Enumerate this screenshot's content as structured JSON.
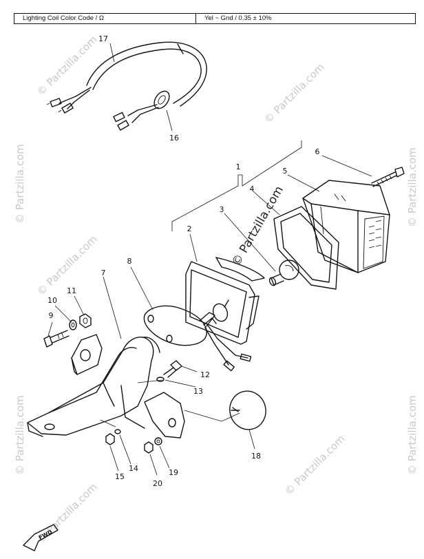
{
  "spec_bar": {
    "label": "Lighting Coil Color Code / Ω",
    "value": "Yel ~ Gnd / 0.35 ± 10%"
  },
  "watermark": {
    "text": "© Partzilla.com"
  },
  "callouts": {
    "n1": "1",
    "n2": "2",
    "n3": "3",
    "n4": "4",
    "n5": "5",
    "n6": "6",
    "n7": "7",
    "n8": "8",
    "n9": "9",
    "n10": "10",
    "n11": "11",
    "n12": "12",
    "n13": "13",
    "n14": "14",
    "n15": "15",
    "n16": "16",
    "n17": "17",
    "n18": "18",
    "n19": "19",
    "n20": "20"
  },
  "fwd_label": "FWD"
}
